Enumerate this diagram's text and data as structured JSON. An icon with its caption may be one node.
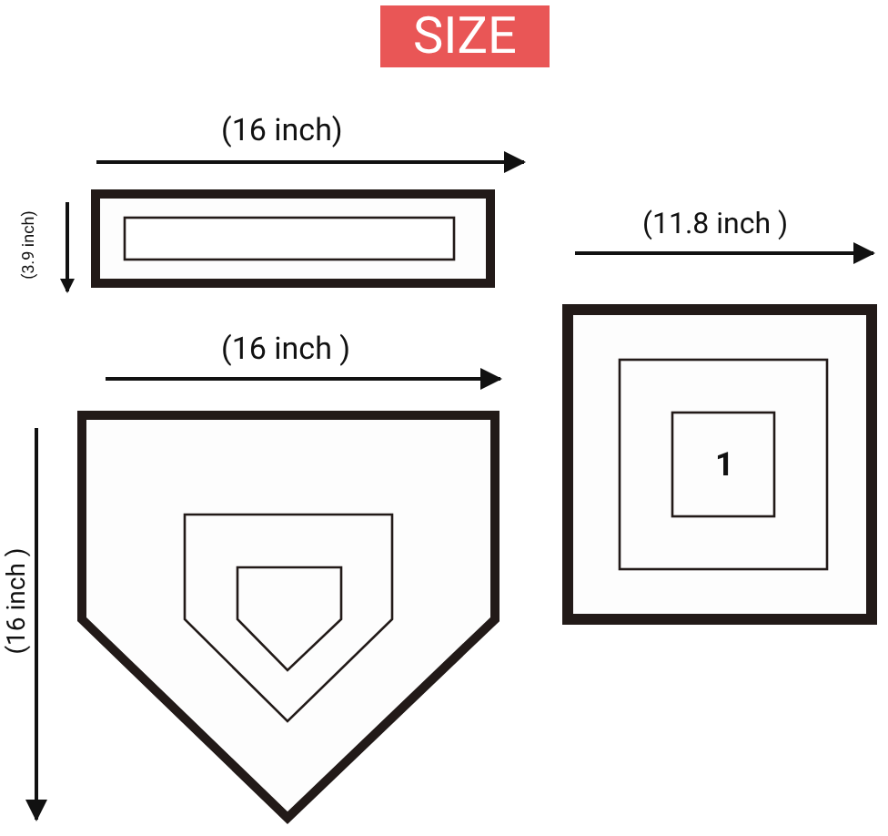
{
  "diagram": {
    "title": "SIZE",
    "labels": [
      "(16 inch)",
      "(3.9 inch)",
      "(11.8 inch )",
      "(16 inch )",
      "1",
      "(16 inch )"
    ]
  }
}
